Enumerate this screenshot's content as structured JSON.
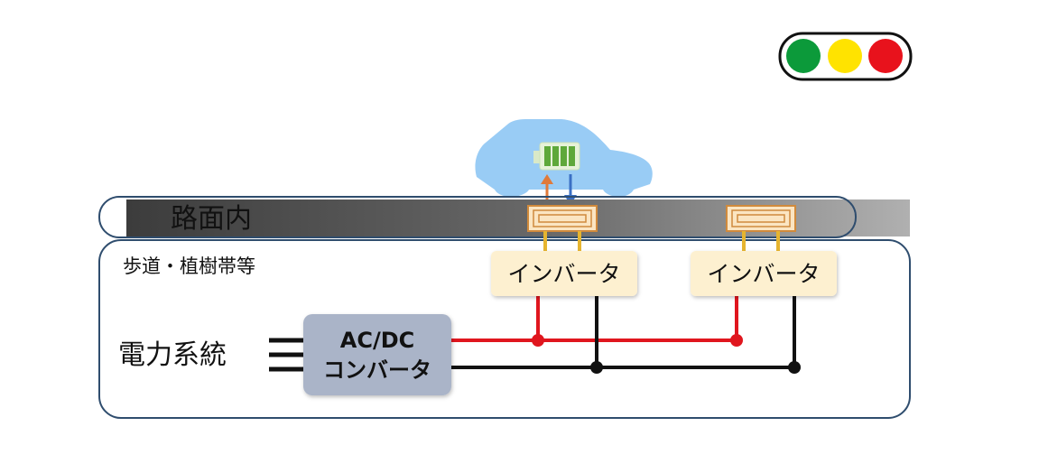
{
  "labels": {
    "road": "路面内",
    "sidewalk": "歩道・植樹帯等",
    "grid": "電力系統",
    "converter_line1": "AC/DC",
    "converter_line2": "コンバータ"
  },
  "inverters": [
    {
      "label": "インバータ"
    },
    {
      "label": "インバータ"
    }
  ],
  "signal": {
    "lights": [
      {
        "name": "green",
        "color": "#0c9a3a"
      },
      {
        "name": "yellow",
        "color": "#ffe300"
      },
      {
        "name": "red",
        "color": "#e8121c"
      }
    ]
  },
  "colors": {
    "car": "#99ccf5",
    "road_dark": "#404040",
    "road_light": "#a8a8a8",
    "coil_fill": "#fbe5c2",
    "coil_stroke": "#d08a3c",
    "inverter_fill": "#fdf0d0",
    "converter_fill": "#aab4c8",
    "outline": "#2f4d6e",
    "dc_positive": "#e0161e",
    "dc_negative": "#111111",
    "coil_lead": "#e6b530",
    "battery": "#5ea83a",
    "arrow_up": "#e07a3a",
    "arrow_down": "#3a6fc4"
  }
}
